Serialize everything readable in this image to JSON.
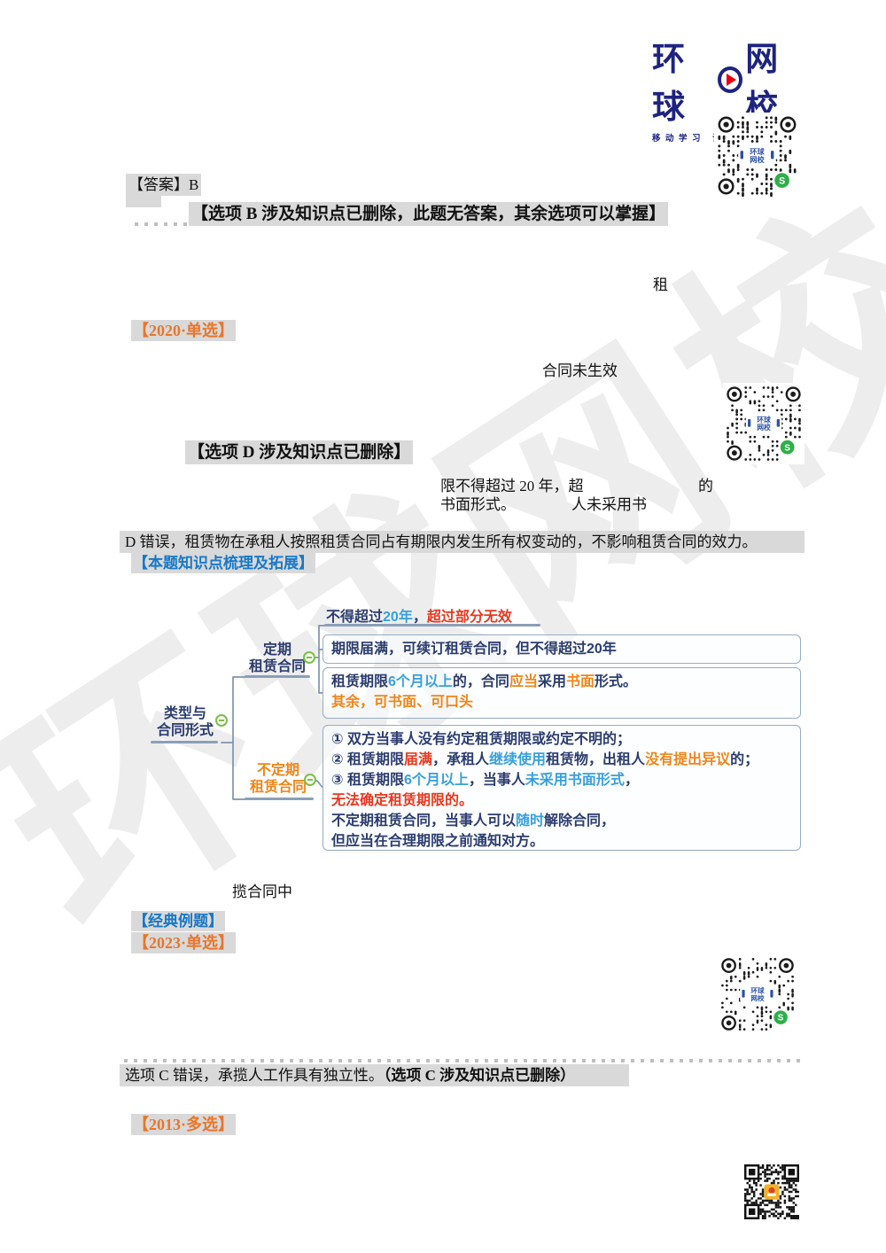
{
  "watermark": {
    "text": "环球网校"
  },
  "header": {
    "logo_left": "环球",
    "logo_right": "网校",
    "tagline": "移动学习 让未来更好"
  },
  "qr_label": {
    "line1": "环球",
    "line2": "网校",
    "badge": "S"
  },
  "sections": {
    "answer": "【答案】B",
    "note_b": "【选项 B 涉及知识点已删除，此题无答案，其余选项可以掌握】",
    "frag_zu": "租",
    "tag_exam_1": "【2020·单选】",
    "frag_contract": "合同未生效",
    "note_d": "【选项 D 涉及知识点已删除】",
    "frag_limit_1": "限不得超过 20 年，超",
    "frag_limit_2": "的",
    "frag_written_1": "书面形式。",
    "frag_written_2": "人未采用书",
    "line_d_error": "D 错误，租赁物在承租人按照租赁合同占有期限内发生所有权变动的，不影响租赁合同的效力。",
    "heading_expand": "【本题知识点梳理及拓展】",
    "frag_contractor": "揽合同中",
    "heading_example": "【经典例题】",
    "tag_exam_2": "【2023·单选】",
    "line_c_error": "选项 C 错误，承揽人工作具有独立性。",
    "line_c_bold": "（选项 C 涉及知识点已删除）",
    "tag_exam_3": "【2013·多选】"
  },
  "mindmap": {
    "root": {
      "l1": "类型与",
      "l2": "合同形式"
    },
    "fixed_node": {
      "l1": "定期",
      "l2": "租赁合同"
    },
    "open_node": {
      "l1": "不定期",
      "l2": "租赁合同"
    },
    "b1": {
      "p1": "不得超过",
      "p2": "20年",
      "p3": "，",
      "p4": "超过部分无效"
    },
    "b2": {
      "p1": "期限届满，可续订租赁合同，但不得超过20年"
    },
    "b3": {
      "p1": "租赁期限",
      "p2": "6个月以上",
      "p3": "的，合同",
      "p4": "应当",
      "p5": "采用",
      "p6": "书面",
      "p7": "形式。",
      "l2": "其余，可书面、可口头"
    },
    "b4": {
      "i1": "① 双方当事人没有约定租赁期限或约定不明的；",
      "i2": {
        "p1": "② 租赁期限",
        "p2": "届满",
        "p3": "，承租人",
        "p4": "继续使用",
        "p5": "租赁物，出租人",
        "p6": "没有提出异议",
        "p7": "的；"
      },
      "i3": {
        "p1": "③ 租赁期限",
        "p2": "6个月以上",
        "p3": "，当事人",
        "p4": "未采用书面形式",
        "p5": "，"
      },
      "i4": "无法确定租赁期限的。",
      "i5": {
        "p1": "不定期租赁合同，当事人可以",
        "p2": "随时",
        "p3": "解除合同，"
      },
      "i6": "但应当在合理期限之前通知对方。"
    }
  },
  "colors": {
    "brand_navy": "#1e2380",
    "play_red": "#e60012",
    "highlight_gray": "#d9d9d9",
    "heading_blue": "#1878c8",
    "tag_orange": "#e8762c",
    "map_navy": "#2c3c6e",
    "map_blue": "#38a0dc",
    "map_orange": "#f08519",
    "map_red": "#e8381e",
    "qr_green": "#2fae49"
  }
}
